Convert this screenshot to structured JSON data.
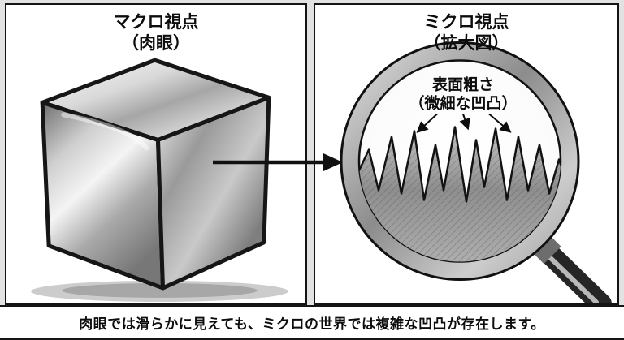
{
  "panels": {
    "macro": {
      "title_line1": "マクロ視点",
      "title_line2": "（肉眼）"
    },
    "micro": {
      "title_line1": "ミクロ視点",
      "title_line2": "（拡大図）",
      "label_line1": "表面粗さ",
      "label_line2": "（微細な凹凸）"
    }
  },
  "caption": "肉眼では滑らかに見えても、ミクロの世界では複雑な凹凸が存在します。",
  "colors": {
    "background": "#e2e2e2",
    "panel_bg": "#ffffff",
    "border": "#141414",
    "metal_light": "#f2f2f2",
    "metal_mid": "#9a9a9a",
    "metal_dark": "#6f6f6f"
  }
}
